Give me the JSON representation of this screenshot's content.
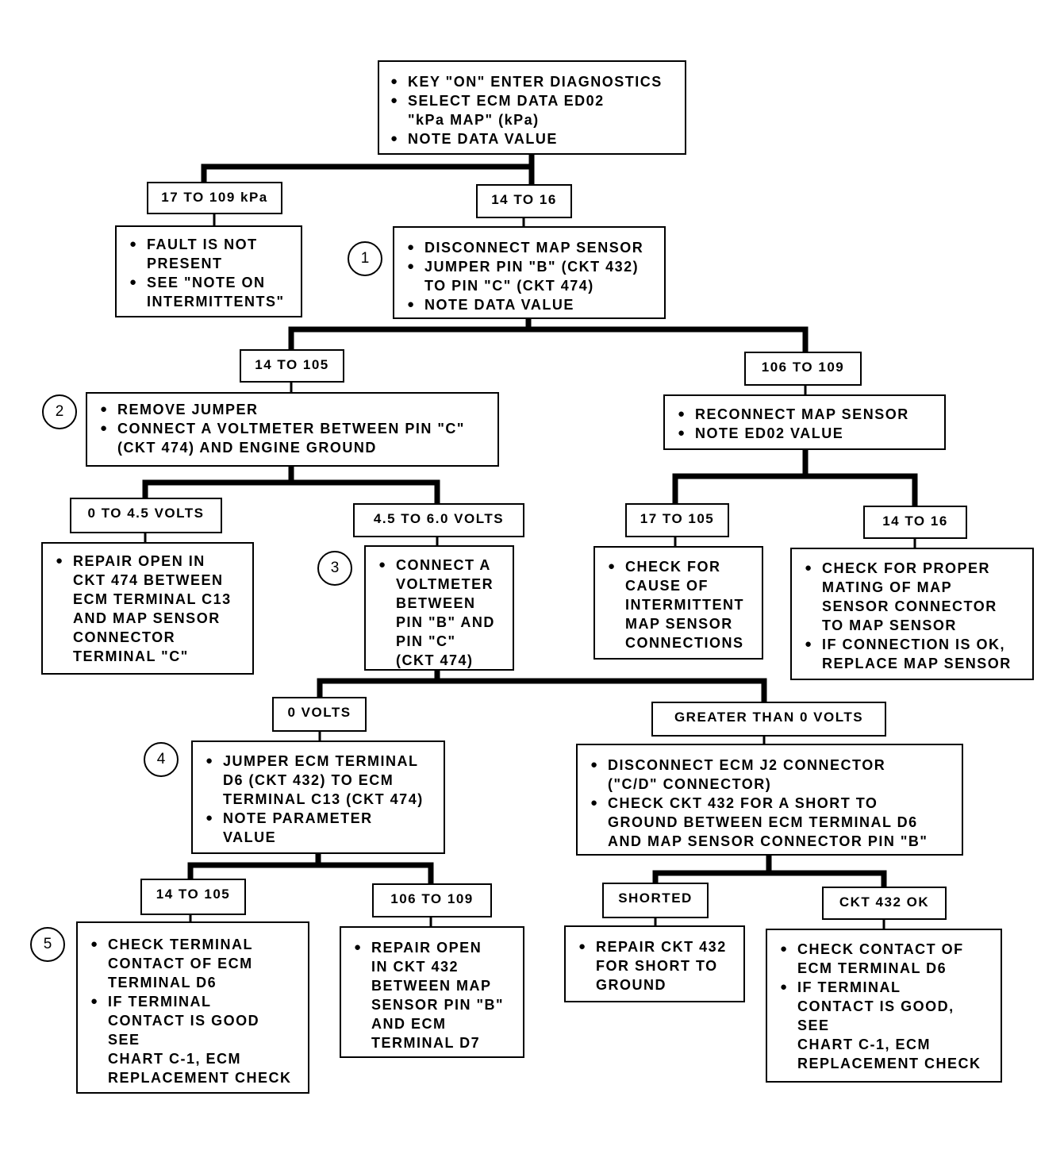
{
  "boxes": {
    "start": [
      "KEY \"ON\" ENTER DIAGNOSTICS",
      "SELECT ECM DATA ED02\n\"kPa MAP\" (kPa)",
      "NOTE DATA VALUE"
    ],
    "fault_not_present": [
      "FAULT IS NOT\nPRESENT",
      "SEE \"NOTE ON\nINTERMITTENTS\""
    ],
    "step1": [
      "DISCONNECT MAP SENSOR",
      "JUMPER PIN \"B\" (CKT 432)\nTO PIN \"C\" (CKT 474)",
      "NOTE DATA VALUE"
    ],
    "step2": [
      "REMOVE JUMPER",
      "CONNECT A VOLTMETER BETWEEN PIN \"C\"\n(CKT 474) AND ENGINE GROUND"
    ],
    "reconnect": [
      "RECONNECT MAP SENSOR",
      "NOTE ED02 VALUE"
    ],
    "repair_474": [
      "REPAIR OPEN IN\nCKT 474 BETWEEN\nECM TERMINAL C13\nAND MAP SENSOR\nCONNECTOR\nTERMINAL \"C\""
    ],
    "step3": [
      "CONNECT A\nVOLTMETER\nBETWEEN\nPIN \"B\" AND\nPIN \"C\"\n(CKT 474)"
    ],
    "intermittent": [
      "CHECK FOR\nCAUSE OF\nINTERMITTENT\nMAP SENSOR\nCONNECTIONS"
    ],
    "mating": [
      "CHECK FOR PROPER\nMATING OF MAP\nSENSOR CONNECTOR\nTO MAP SENSOR",
      "IF CONNECTION IS OK,\nREPLACE MAP SENSOR"
    ],
    "step4": [
      "JUMPER ECM TERMINAL\nD6 (CKT  432) TO ECM\nTERMINAL C13 (CKT 474)",
      "NOTE PARAMETER\nVALUE"
    ],
    "disconnect_j2": [
      "DISCONNECT ECM J2 CONNECTOR\n(\"C/D\" CONNECTOR)",
      "CHECK CKT 432 FOR A SHORT TO\nGROUND BETWEEN ECM TERMINAL D6\nAND MAP SENSOR CONNECTOR PIN \"B\""
    ],
    "step5": [
      "CHECK TERMINAL\nCONTACT OF ECM\nTERMINAL D6",
      "IF TERMINAL\nCONTACT IS GOOD\nSEE\nCHART C-1, ECM\nREPLACEMENT CHECK"
    ],
    "repair_432_open": [
      "REPAIR OPEN\nIN CKT 432\nBETWEEN MAP\nSENSOR PIN \"B\"\nAND ECM\nTERMINAL D7"
    ],
    "repair_432_short": [
      "REPAIR CKT 432\nFOR SHORT TO\nGROUND"
    ],
    "check_d6": [
      "CHECK CONTACT OF\nECM TERMINAL D6",
      "IF TERMINAL\nCONTACT IS GOOD,\nSEE\nCHART C-1, ECM\nREPLACEMENT CHECK"
    ]
  },
  "labels": {
    "l_17_109_kpa": "17 TO 109 kPa",
    "l_14_16_a": "14 TO 16",
    "l_14_105_a": "14 TO 105",
    "l_106_109_a": "106 TO 109",
    "l_0_45": "0 TO 4.5 VOLTS",
    "l_45_60": "4.5 TO 6.0 VOLTS",
    "l_17_105": "17 TO 105",
    "l_14_16_b": "14 TO 16",
    "l_0_volts": "0 VOLTS",
    "l_gt0": "GREATER THAN 0 VOLTS",
    "l_14_105_b": "14 TO 105",
    "l_106_109_b": "106 TO 109",
    "l_shorted": "SHORTED",
    "l_ckt432ok": "CKT 432 OK"
  },
  "steps": {
    "s1": "1",
    "s2": "2",
    "s3": "3",
    "s4": "4",
    "s5": "5"
  }
}
